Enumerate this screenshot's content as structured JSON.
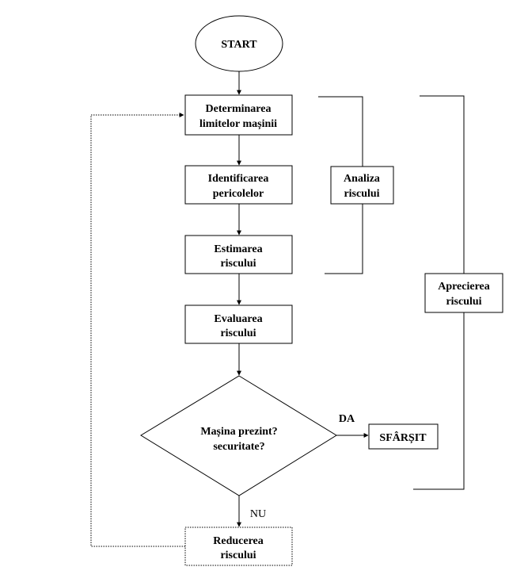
{
  "flowchart": {
    "start": "START",
    "steps": [
      {
        "line1": "Determinarea",
        "line2": "limitelor mașinii"
      },
      {
        "line1": "Identificarea",
        "line2": "pericolelor"
      },
      {
        "line1": "Estimarea",
        "line2": "riscului"
      },
      {
        "line1": "Evaluarea",
        "line2": "riscului"
      }
    ],
    "decision": {
      "line1": "Mașina prezint?",
      "line2": "securitate?"
    },
    "yes_label": "DA",
    "no_label": "NU",
    "end": "SFÂRȘIT",
    "reduce": {
      "line1": "Reducerea",
      "line2": "riscului"
    },
    "groups": [
      {
        "line1": "Analiza",
        "line2": "riscului"
      },
      {
        "line1": "Aprecierea",
        "line2": "riscului"
      }
    ]
  },
  "colors": {
    "stroke": "#000000",
    "background": "#ffffff"
  }
}
